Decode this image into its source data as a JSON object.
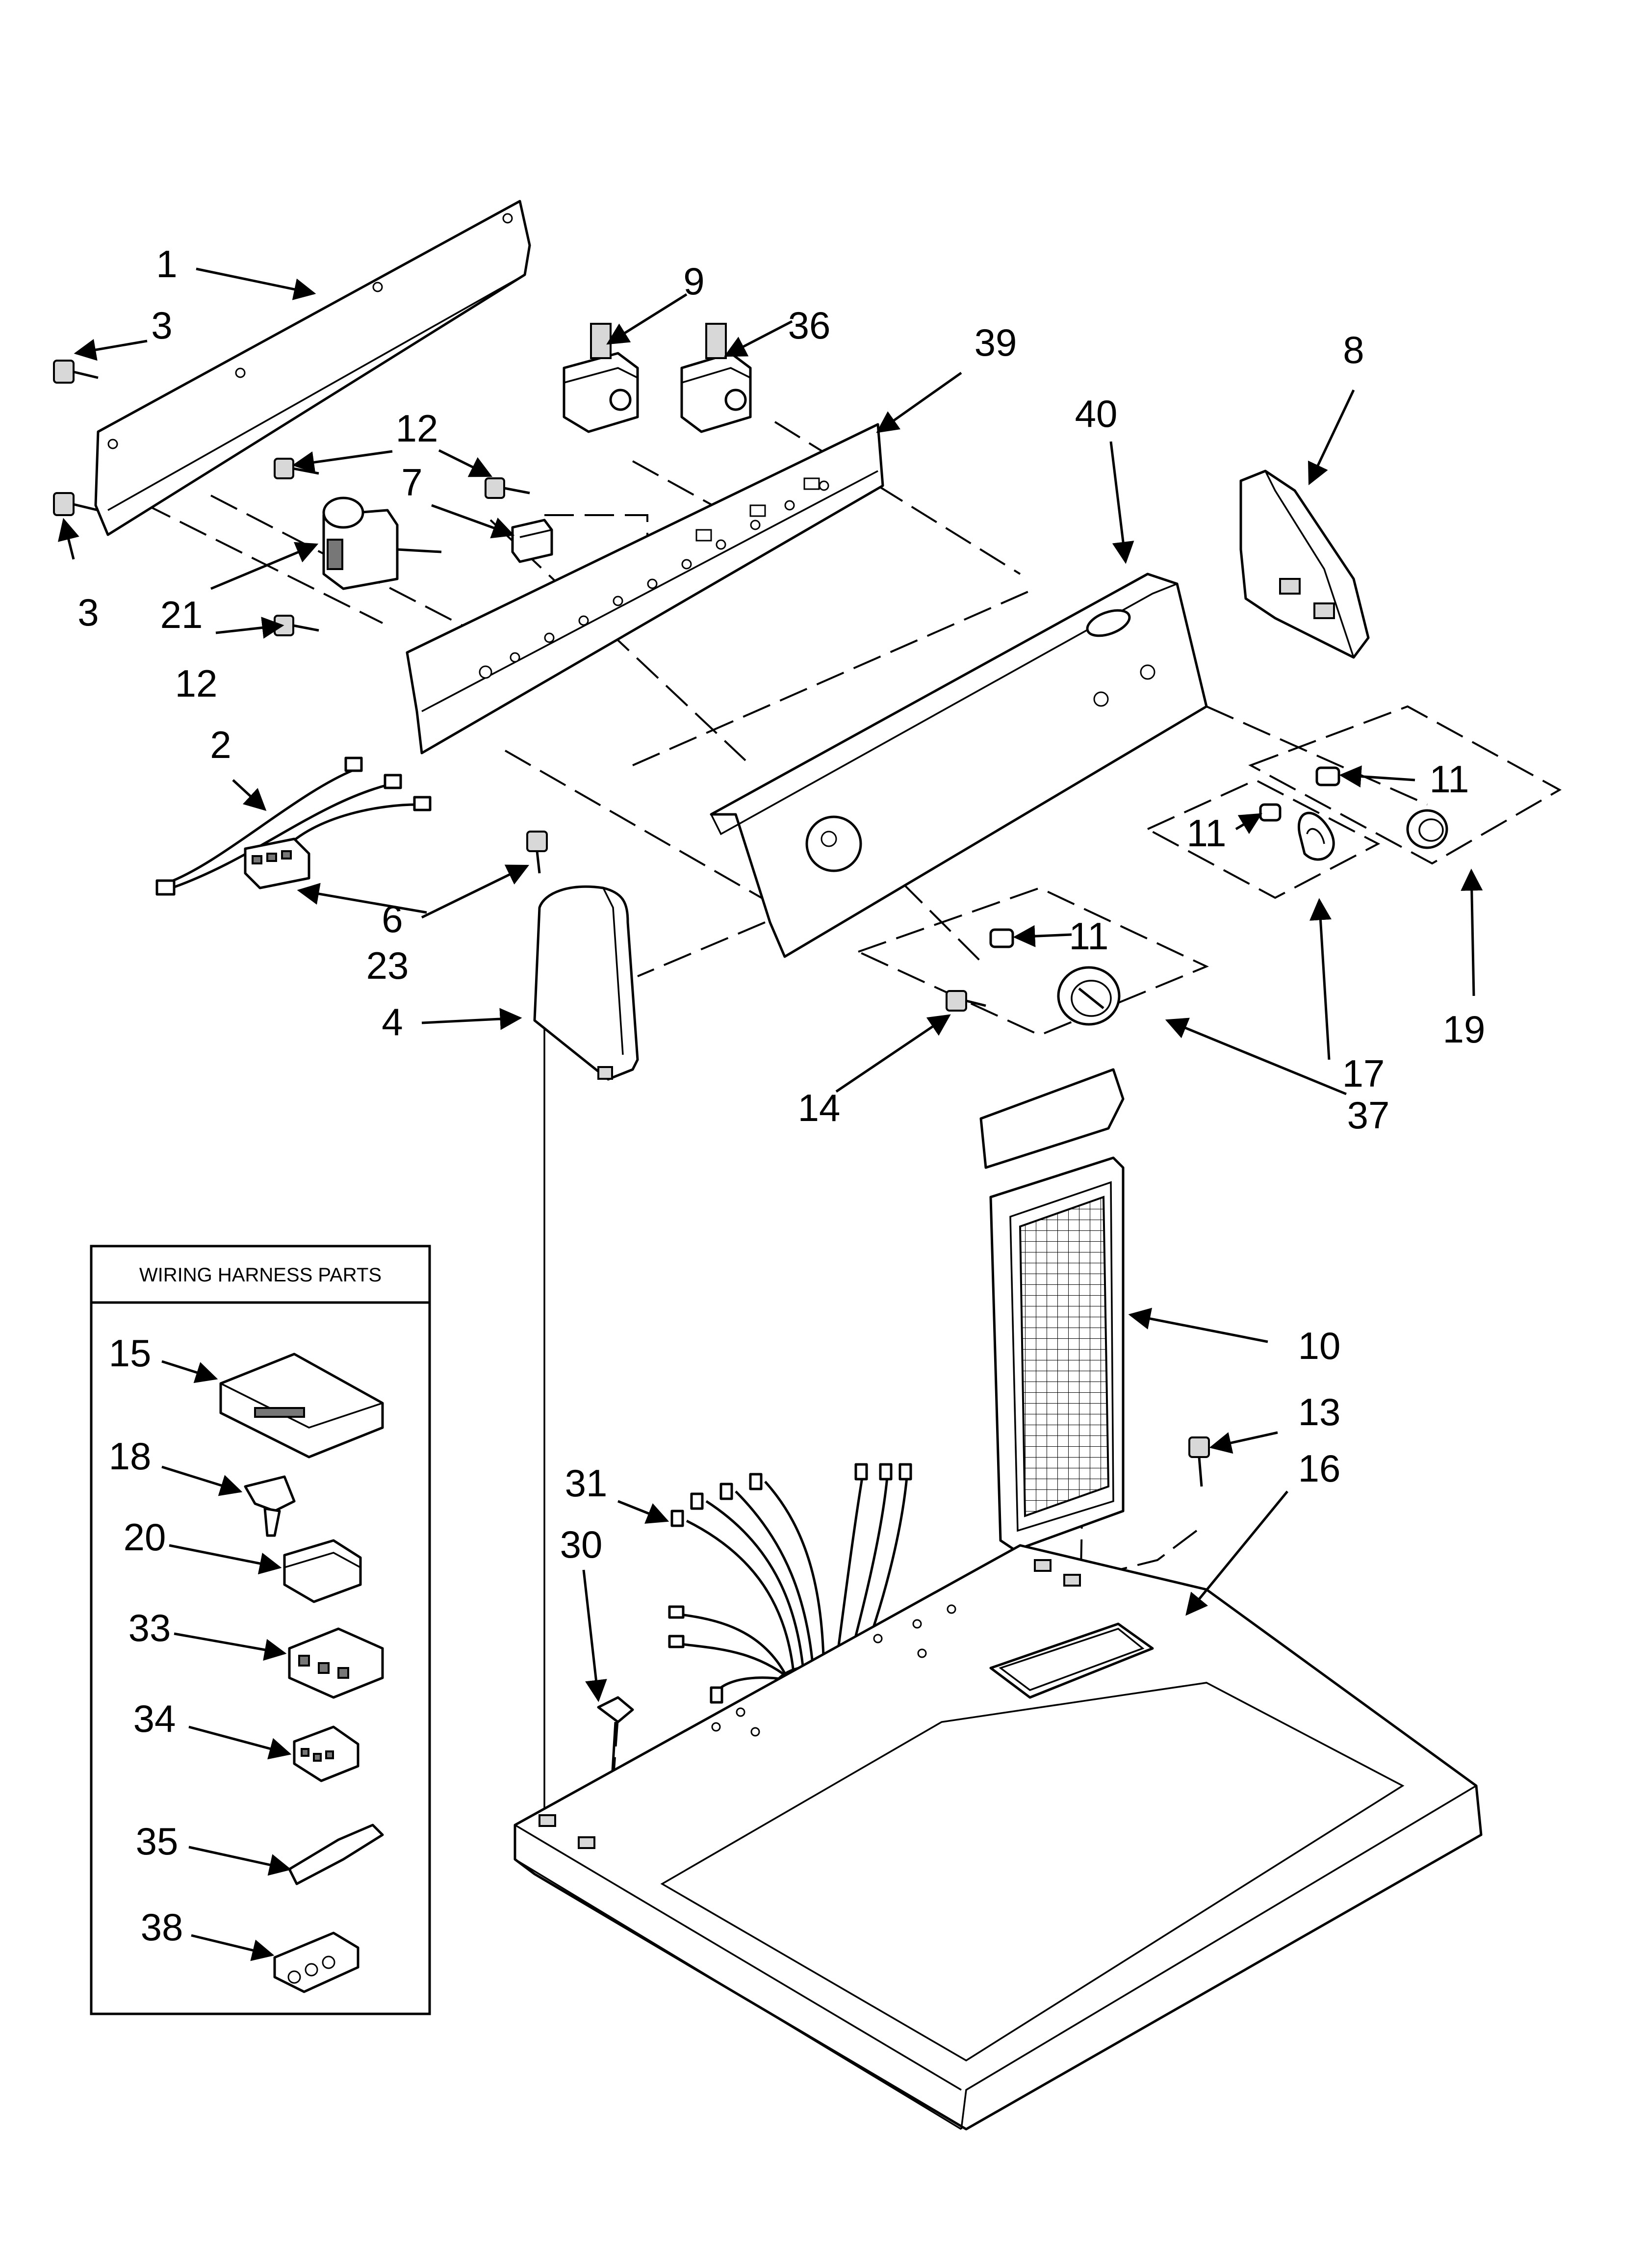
{
  "diagram": {
    "box_title": "WIRING HARNESS PARTS",
    "labels": {
      "p1": "1",
      "p2": "2",
      "p3a": "3",
      "p3b": "3",
      "p4": "4",
      "p6": "6",
      "p7": "7",
      "p8": "8",
      "p9": "9",
      "p10": "10",
      "p11a": "11",
      "p11b": "11",
      "p11c": "11",
      "p12a": "12",
      "p12b": "12",
      "p13": "13",
      "p14": "14",
      "p15": "15",
      "p16": "16",
      "p17": "17",
      "p18": "18",
      "p19": "19",
      "p20": "20",
      "p21": "21",
      "p23": "23",
      "p30": "30",
      "p31": "31",
      "p33": "33",
      "p34": "34",
      "p35": "35",
      "p36": "36",
      "p37": "37",
      "p38": "38",
      "p39": "39",
      "p40": "40"
    }
  }
}
